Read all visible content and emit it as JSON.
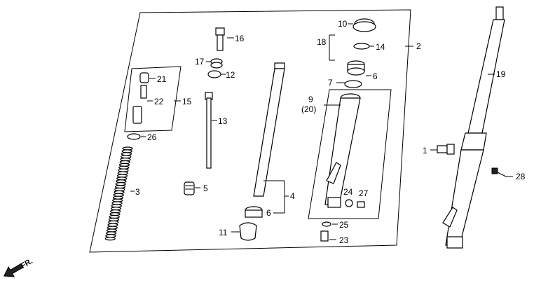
{
  "callouts": {
    "c1": "1",
    "c2": "2",
    "c3": "3",
    "c4": "4",
    "c5": "5",
    "c6a": "6",
    "c6b": "6",
    "c7": "7",
    "c9": "9",
    "c20": "(20)",
    "c10": "10",
    "c11": "11",
    "c12": "12",
    "c13": "13",
    "c14": "14",
    "c15": "15",
    "c16": "16",
    "c17": "17",
    "c18": "18",
    "c19": "19",
    "c21": "21",
    "c22": "22",
    "c23": "23",
    "c24": "24",
    "c25": "25",
    "c26": "26",
    "c27": "27",
    "c28": "28"
  },
  "direction_label": "FR.",
  "icons": {
    "front": "front-direction-arrow-icon"
  }
}
